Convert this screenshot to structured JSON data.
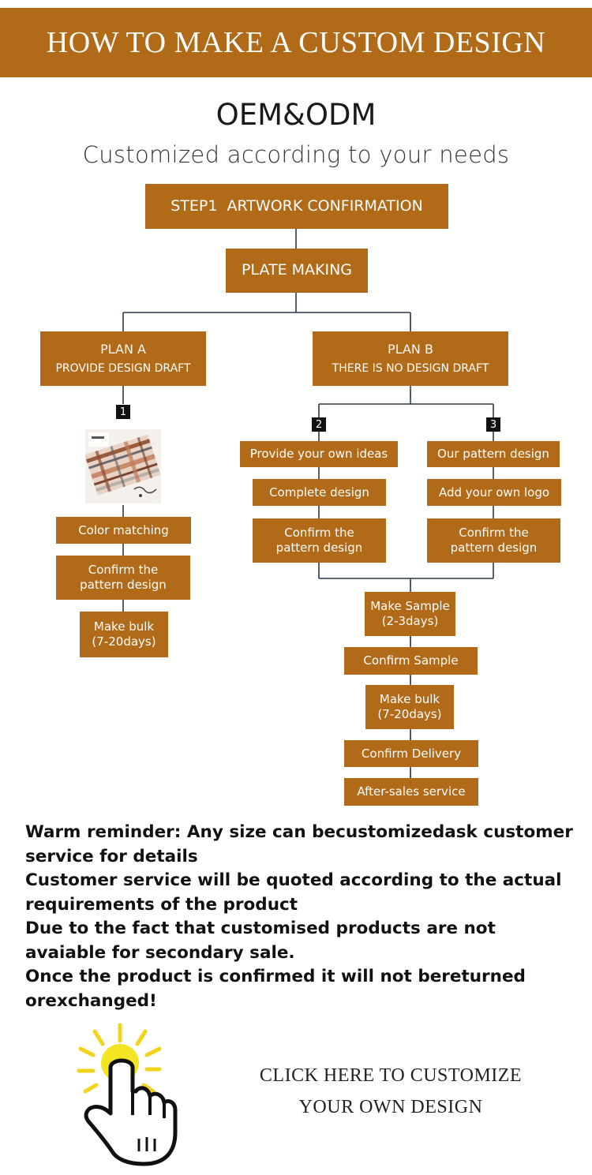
{
  "banner": {
    "title": "HOW TO MAKE A CUSTOM DESIGN"
  },
  "heading": {
    "title": "OEM&ODM",
    "subtitle": "Customized according to your needs"
  },
  "flow": {
    "step1": "STEP1  ARTWORK CONFIRMATION",
    "plate": "PLATE MAKING",
    "plan_a": {
      "label": "PLAN A",
      "desc": "PROVIDE DESIGN DRAFT"
    },
    "plan_b": {
      "label": "PLAN B",
      "desc": "THERE IS NO DESIGN DRAFT"
    },
    "badges": [
      "1",
      "2",
      "3"
    ],
    "a_steps": [
      "Color matching",
      "Confirm the\npattern design",
      "Make bulk\n(7-20days)"
    ],
    "b2_steps": [
      "Provide your own ideas",
      "Complete design",
      "Confirm the\npattern design"
    ],
    "b3_steps": [
      "Our pattern design",
      "Add your own logo",
      "Confirm the\npattern design"
    ],
    "final_steps": [
      "Make Sample\n(2-3days)",
      "Confirm Sample",
      "Make bulk\n(7-20days)",
      "Confirm Delivery",
      "After-sales service"
    ]
  },
  "reminder": {
    "lines": [
      "Warm reminder: Any size can becustomizedask customer service for details",
      "Customer service will be quoted according to the actual requirements of the product",
      "Due to the fact that customised products are not avaiable for secondary sale.",
      "Once the product is confirmed it will not bereturned orexchanged!"
    ]
  },
  "cta": {
    "line1": "CLICK HERE TO CUSTOMIZE",
    "line2": "YOUR OWN DESIGN"
  },
  "colors": {
    "brand": "#b06a18",
    "connector": "#2b3848",
    "text": "#111111"
  },
  "icons": {
    "hand": "pointing-hand-icon",
    "product": "scarf-photo"
  }
}
